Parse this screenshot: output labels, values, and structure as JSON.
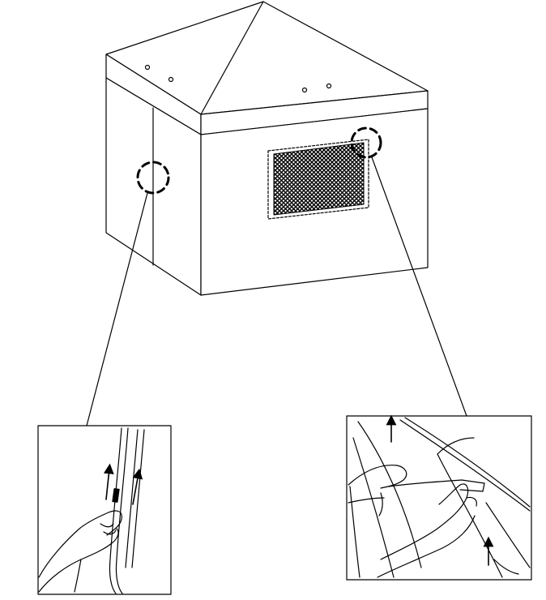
{
  "diagram": {
    "subject": "tent",
    "callouts": [
      {
        "target": "door-zipper",
        "arrows": 2,
        "arrow_direction": "up"
      },
      {
        "target": "window-zipper",
        "arrows": 2,
        "arrow_direction": "up"
      }
    ]
  },
  "colors": {
    "line": "#000000",
    "background": "#ffffff",
    "mesh": "#2a2a2a"
  }
}
